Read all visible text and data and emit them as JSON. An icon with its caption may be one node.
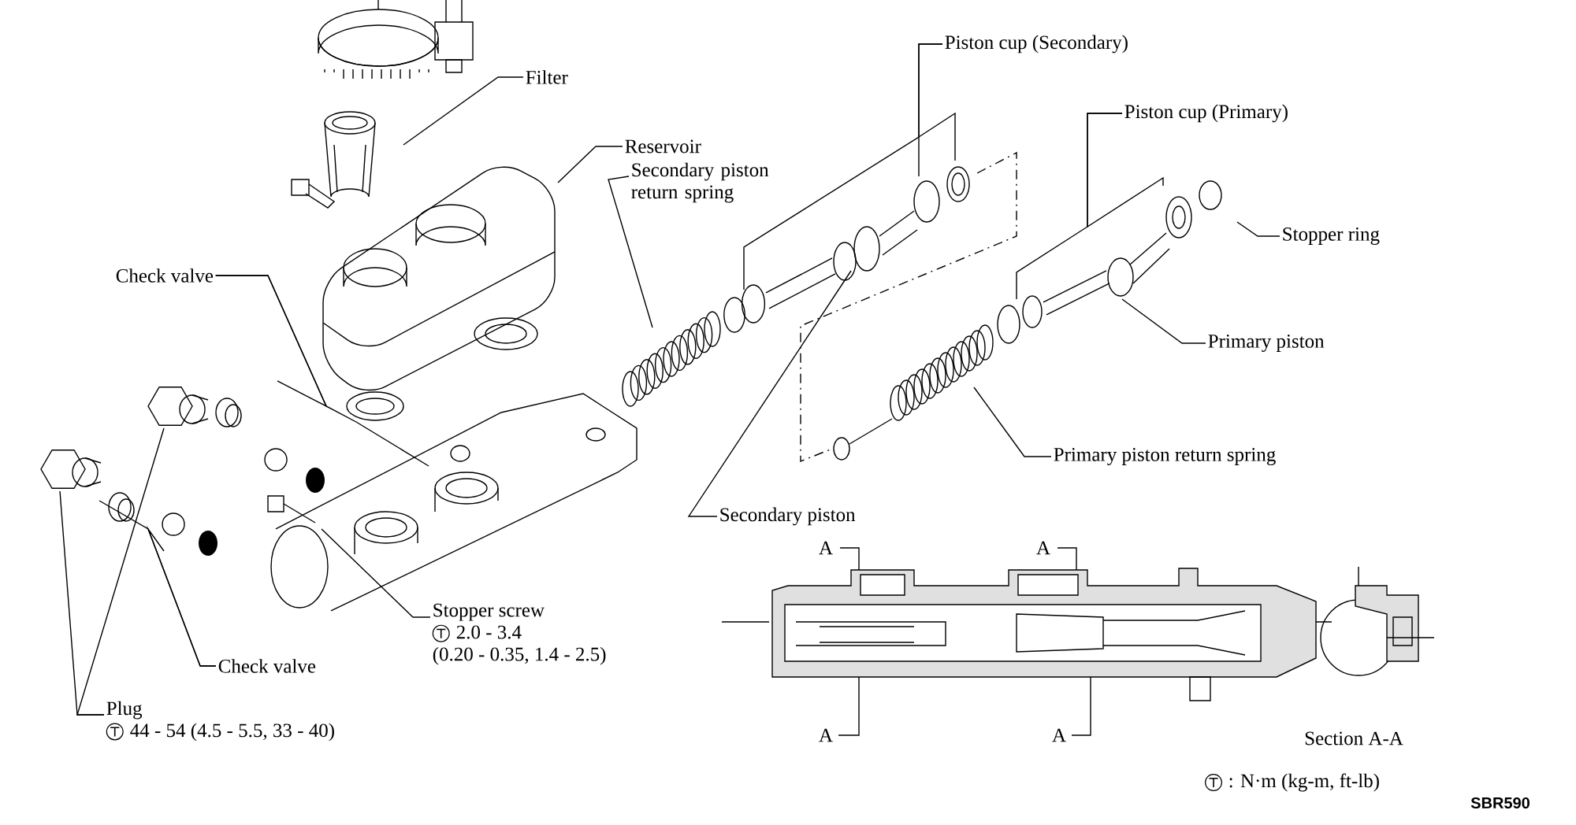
{
  "diagram": {
    "nodes": [
      {
        "text": [
          "Filter"
        ]
      },
      {
        "text": [
          "Reservoir"
        ]
      },
      {
        "text": [
          "Secondary piston return spring"
        ]
      },
      {
        "text": [
          "Check valve"
        ]
      },
      {
        "text": [
          "Piston cup (Secondary)"
        ]
      },
      {
        "text": [
          "Piston cup (Primary)"
        ]
      },
      {
        "text": [
          "Stopper ring"
        ]
      },
      {
        "text": [
          "Primary piston"
        ]
      },
      {
        "text": [
          "Primary piston return spring"
        ]
      },
      {
        "text": [
          "Secondary piston"
        ]
      },
      {
        "text": [
          "Check valve"
        ]
      },
      {
        "text": [
          "Stopper screw",
          "2.0 - 3.4",
          "(0.20 - 0.35, 1.4 - 2.5)"
        ]
      },
      {
        "text": [
          "Plug",
          "44 - 54 (4.5 - 5.5, 33 - 40)"
        ]
      }
    ],
    "edges": [
      {
        "from": 0,
        "to": null,
        "arrow": "none"
      },
      {
        "from": 1,
        "to": null,
        "arrow": "none"
      },
      {
        "from": 2,
        "to": null,
        "arrow": "none"
      },
      {
        "from": 3,
        "to": null,
        "arrow": "none"
      },
      {
        "from": 3,
        "to": null,
        "arrow": "none"
      },
      {
        "from": 4,
        "to": null,
        "arrow": "none"
      },
      {
        "from": 4,
        "to": null,
        "arrow": "none"
      },
      {
        "from": 5,
        "to": null,
        "arrow": "none"
      },
      {
        "from": 5,
        "to": null,
        "arrow": "none"
      },
      {
        "from": 6,
        "to": null,
        "arrow": "none"
      },
      {
        "from": 7,
        "to": null,
        "arrow": "none"
      },
      {
        "from": 8,
        "to": null,
        "arrow": "none"
      },
      {
        "from": 9,
        "to": null,
        "arrow": "none"
      },
      {
        "from": 10,
        "to": null,
        "arrow": "none"
      },
      {
        "from": 10,
        "to": null,
        "arrow": "none"
      },
      {
        "from": 11,
        "to": null,
        "arrow": "none"
      },
      {
        "from": 12,
        "to": null,
        "arrow": "none"
      },
      {
        "from": 12,
        "to": null,
        "arrow": "none"
      }
    ],
    "labels": [
      "A",
      "A",
      "A",
      "A",
      "Section A-A",
      "SBR590"
    ],
    "legend": [
      {
        "text": ": N·m (kg-m, ft-lb)"
      }
    ]
  }
}
